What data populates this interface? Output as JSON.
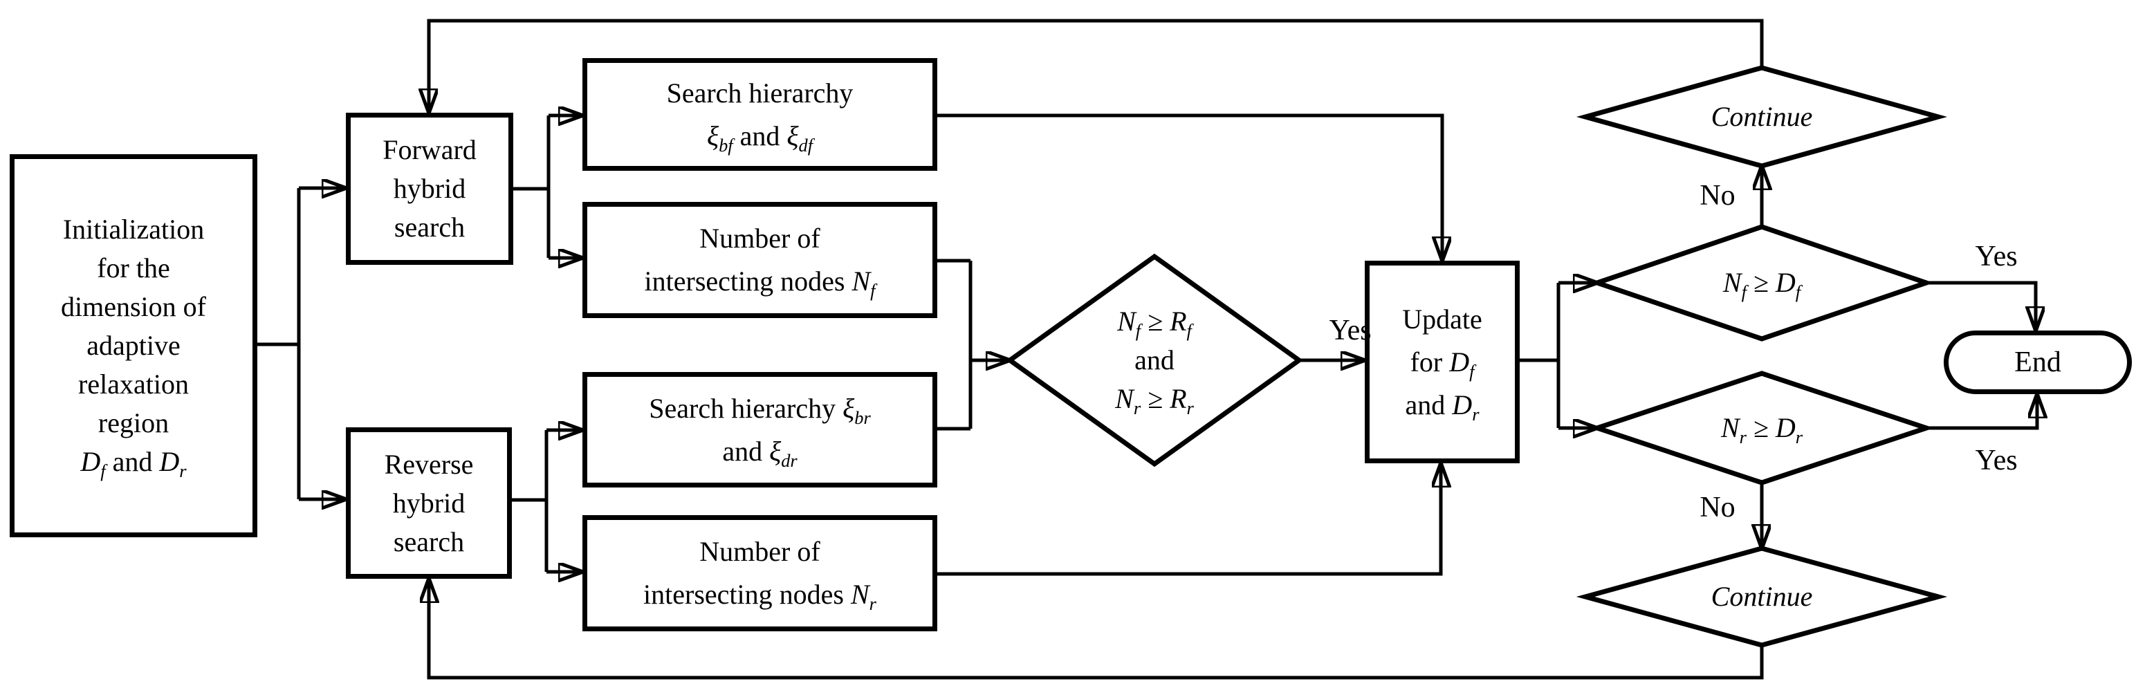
{
  "figure": {
    "type": "flowchart",
    "background": "#ffffff",
    "line_color": "#000000",
    "text_color": "#000000"
  },
  "nodes": {
    "init": {
      "shape": "rect",
      "lines": [
        "Initialization",
        "for the",
        "dimension of",
        "adaptive",
        "relaxation",
        "region",
        "*D_{f}* and *D_{r}*"
      ]
    },
    "forward_search": {
      "shape": "rect",
      "lines": [
        "Forward",
        "hybrid",
        "search"
      ]
    },
    "search_hier_f": {
      "shape": "rect",
      "lines": [
        "Search hierarchy",
        "*ξ_{bf}* and *ξ_{df}*"
      ]
    },
    "num_nodes_f": {
      "shape": "rect",
      "lines": [
        "Number of",
        "intersecting nodes *N_{f}*"
      ]
    },
    "reverse_search": {
      "shape": "rect",
      "lines": [
        "Reverse",
        "hybrid",
        "search"
      ]
    },
    "search_hier_r": {
      "shape": "rect",
      "lines": [
        "Search hierarchy *ξ_{br}*",
        "and *ξ_{dr}*"
      ]
    },
    "num_nodes_r": {
      "shape": "rect",
      "lines": [
        "Number of",
        "intersecting nodes *N_{r}*"
      ]
    },
    "cond_threshold": {
      "shape": "diamond",
      "lines": [
        "*N_{f} ≥ R_{f}*",
        "and",
        "*N_{r} ≥ R_{r}*"
      ]
    },
    "update": {
      "shape": "rect",
      "lines": [
        "Update",
        "for *D_{f}*",
        "and *D_{r}*"
      ]
    },
    "check_f": {
      "shape": "diamond",
      "lines": [
        "*N_{f} ≥ D_{f}*"
      ]
    },
    "check_r": {
      "shape": "diamond",
      "lines": [
        "*N_{r} ≥ D_{r}*"
      ]
    },
    "continue_top": {
      "shape": "diamond",
      "lines": [
        "*Continue*"
      ]
    },
    "continue_bottom": {
      "shape": "diamond",
      "lines": [
        "*Continue*"
      ]
    },
    "end": {
      "shape": "stadium",
      "lines": [
        "End"
      ]
    }
  },
  "labels": {
    "yes_cond": "Yes",
    "yes_f": "Yes",
    "yes_r": "Yes",
    "no_top": "No",
    "no_bottom": "No"
  }
}
